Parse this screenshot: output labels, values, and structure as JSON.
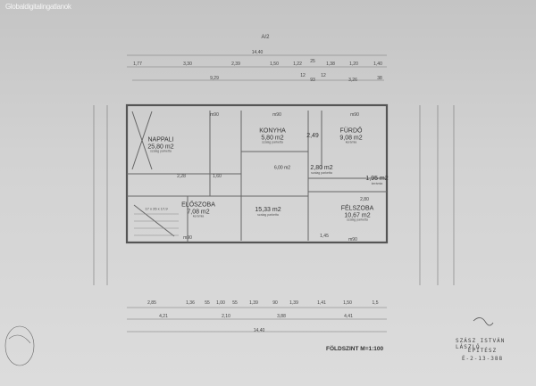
{
  "watermark": "Globaldigitalingatlanok",
  "sheet_label": "A/2",
  "rooms": [
    {
      "name": "NAPPALI",
      "area": "25,80 m2",
      "floor": "szalag parketta"
    },
    {
      "name": "KONYHA",
      "area": "5,80 m2",
      "floor": "szalag parketta"
    },
    {
      "name": "FÜRDŐ",
      "area": "9,08 m2",
      "floor": "kerámia"
    },
    {
      "name": "ELŐSZOBA",
      "area": "7,08 m2",
      "floor": "kerámia"
    },
    {
      "name": "",
      "area": "15,33 m2",
      "floor": "szalag parketta"
    },
    {
      "name": "FÉLSZOBA",
      "area": "10,67 m2",
      "floor": "szalag parketta"
    },
    {
      "name": "",
      "area": "2,80 m2",
      "floor": "szalag parketta"
    },
    {
      "name": "",
      "area": "1,95 m2",
      "floor": "kerámia"
    },
    {
      "name": "",
      "area": "6,00 m2",
      "floor": ""
    },
    {
      "name": "",
      "area": "2,49",
      "floor": ""
    }
  ],
  "dimensions": {
    "top_total": "14,40",
    "top_row": [
      "1,77",
      "3,30",
      "2,39",
      "1,50",
      "1,22",
      "25",
      "1,38",
      "1,20",
      "1,40"
    ],
    "second_row": [
      "9,29",
      "12",
      "93",
      "12",
      "3,26",
      "38"
    ],
    "bottom_row": [
      "2,85",
      "1,36",
      "55",
      "1,00",
      "55",
      "1,39",
      "90",
      "1,39",
      "1,41",
      "1,50",
      "1,5"
    ],
    "bottom_groups": [
      "4,21",
      "2,10",
      "3,88",
      "4,41"
    ],
    "bottom_total": "14,40",
    "inner": [
      "2,28",
      "1,60",
      "2,80",
      "1,45",
      "m90",
      "m90",
      "m90",
      "m90",
      "m90",
      "17 x 26 x 17,9"
    ]
  },
  "title": "FÖLDSZINT M=1:100",
  "architect": {
    "name": "SZÁSZ ISTVÁN LÁSZLÓ",
    "role": "ÉPÍTÉSZ",
    "license": "É-2-13-388"
  }
}
